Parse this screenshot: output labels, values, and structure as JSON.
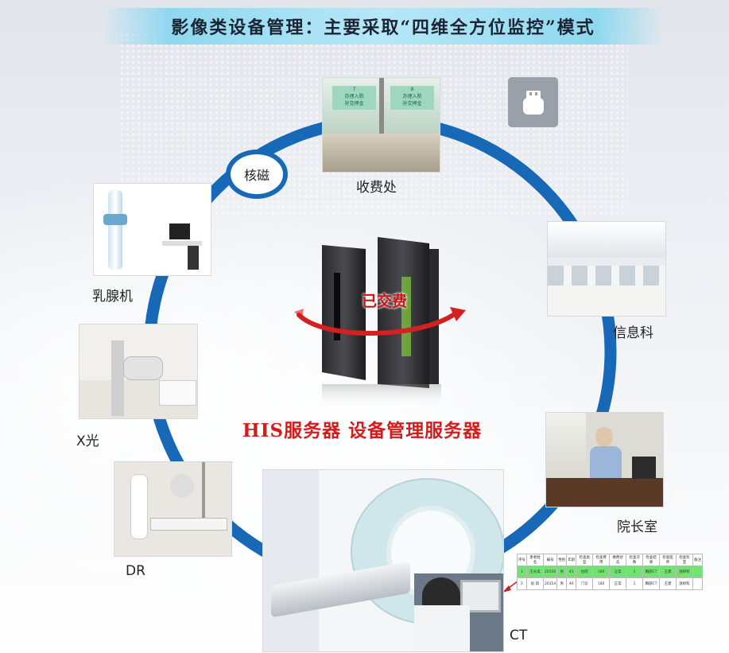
{
  "title": "影像类设备管理：主要采取“四维全方位监控”模式",
  "center": {
    "server_label": "HIS服务器   设备管理服务器",
    "paid_label": "已交费"
  },
  "bubble": {
    "label": "核磁"
  },
  "nodes": {
    "cashier": "收费处",
    "info_dept": "信息科",
    "director": "院长室",
    "ct": "CT",
    "dr": "DR",
    "xray": "X光",
    "mammo": "乳腺机"
  },
  "cashier_signs": {
    "window_left": "7",
    "window_right": "8",
    "sign_line1": "办理入院",
    "sign_line2": "补交押金"
  },
  "icons": {
    "usb": "usb-key-icon"
  },
  "colors": {
    "ring": "#1868b8",
    "label_red": "#d41c1c"
  },
  "table": {
    "headers": [
      "序号",
      "患者姓名",
      "编号",
      "性别",
      "年龄",
      "检查类型",
      "检查费用",
      "缴费状态",
      "检查次数",
      "检查结果",
      "检查医师",
      "检查科室",
      "备注"
    ],
    "rows": [
      [
        "1",
        "王光美",
        "20350",
        "男",
        "41",
        "住院",
        "180",
        "正常",
        "1",
        "胸部CT",
        "王建",
        "放射科"
      ],
      [
        "2",
        "赵 四",
        "20354",
        "男",
        "46",
        "门诊",
        "180",
        "正常",
        "1",
        "胸部CT",
        "王建",
        "放射科"
      ]
    ]
  }
}
